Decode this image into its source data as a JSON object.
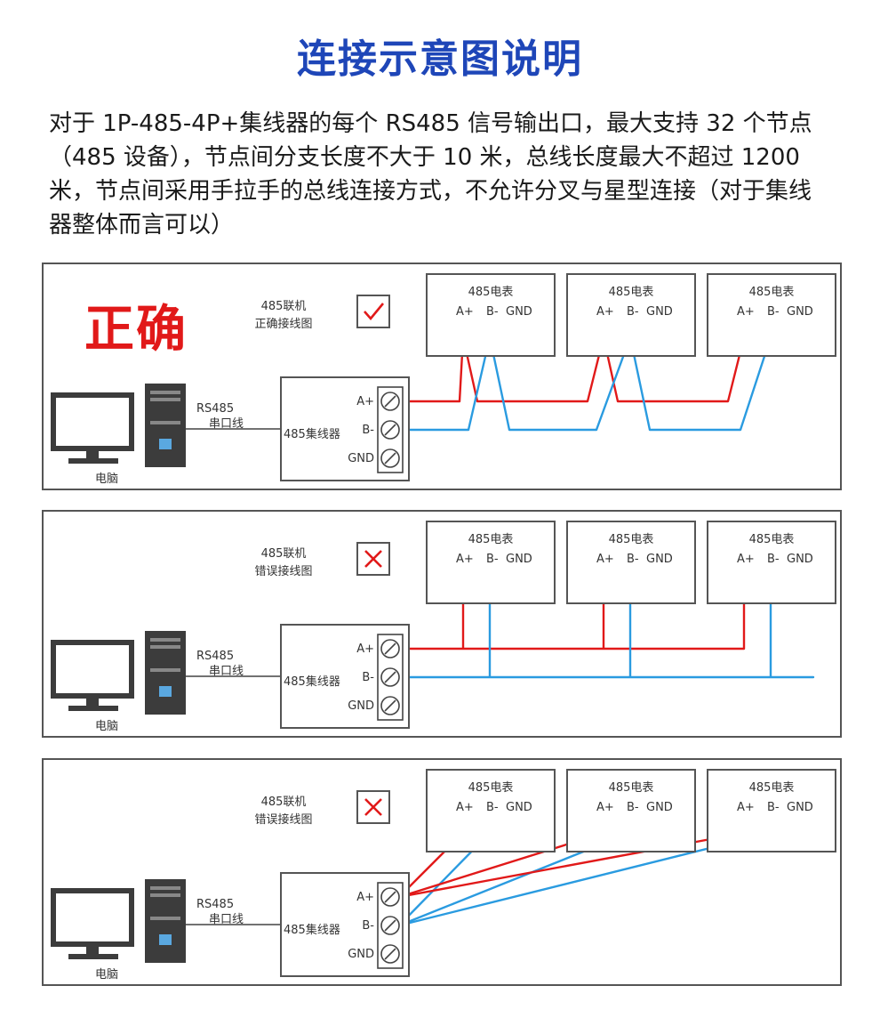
{
  "header": {
    "title": "连接示意图说明",
    "intro": "对于 1P-485-4P+集线器的每个 RS485 信号输出口，最大支持 32 个节点（485 设备），节点间分支长度不大于 10 米，总线长度最大不超过 1200 米，节点间采用手拉手的总线连接方式，不允许分叉与星型连接（对于集线器整体而言可以）"
  },
  "colors": {
    "title": "#1e46b8",
    "a_plus_wire": "#e11919",
    "b_minus_wire": "#2a9be0",
    "correct_label": "#e11919",
    "check_mark": "#e11919",
    "cross_mark": "#e11919"
  },
  "common": {
    "meter_title": "485电表",
    "terminal_a": "A+",
    "terminal_b": "B-",
    "terminal_gnd": "GND",
    "hub_name": "485集线器",
    "serial_line_1": "RS485",
    "serial_line_2": "串口线",
    "pc_label": "电脑",
    "network_label": "485联机"
  },
  "panels": [
    {
      "status_label": "正确",
      "caption": "正确接线图",
      "mark_icon": "check-mark-icon",
      "wiring": "daisy-chain"
    },
    {
      "status_label": "",
      "caption": "错误接线图",
      "mark_icon": "cross-mark-icon",
      "wiring": "branch"
    },
    {
      "status_label": "",
      "caption": "错误接线图",
      "mark_icon": "cross-mark-icon",
      "wiring": "star"
    }
  ]
}
